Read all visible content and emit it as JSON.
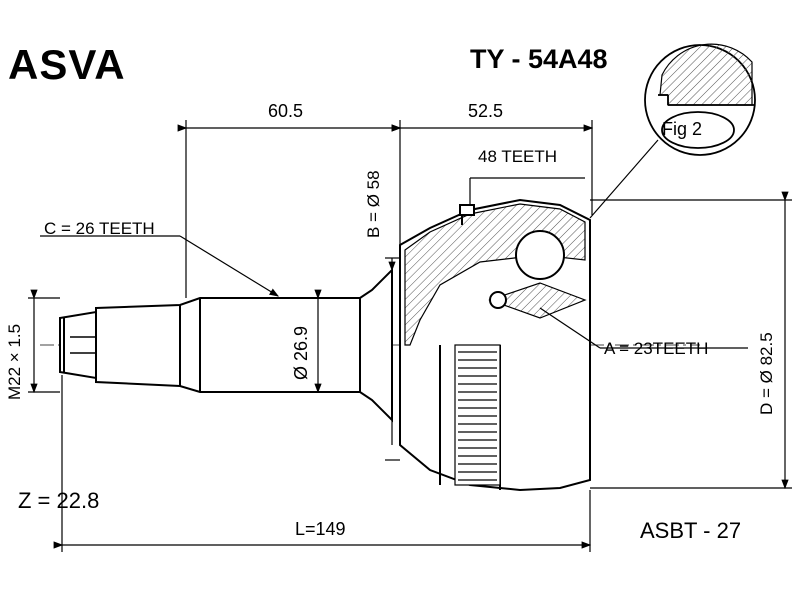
{
  "header": {
    "brand": "ASVA",
    "part_number": "TY - 54A48"
  },
  "dimensions": {
    "dim_60_5": "60.5",
    "dim_52_5": "52.5",
    "teeth_48": "48 TEETH",
    "b_58": "B = Ø 58",
    "c_26": "C = 26 TEETH",
    "m22": "M22 × 1.5",
    "d_26_9": "Ø 26.9",
    "a_23": "A = 23TEETH",
    "d_82_5": "D = Ø 82.5",
    "z_22_8": "Z = 22.8",
    "l_149": "L=149",
    "fig": "Fig 2"
  },
  "footer": {
    "code": "ASBT - 27"
  }
}
